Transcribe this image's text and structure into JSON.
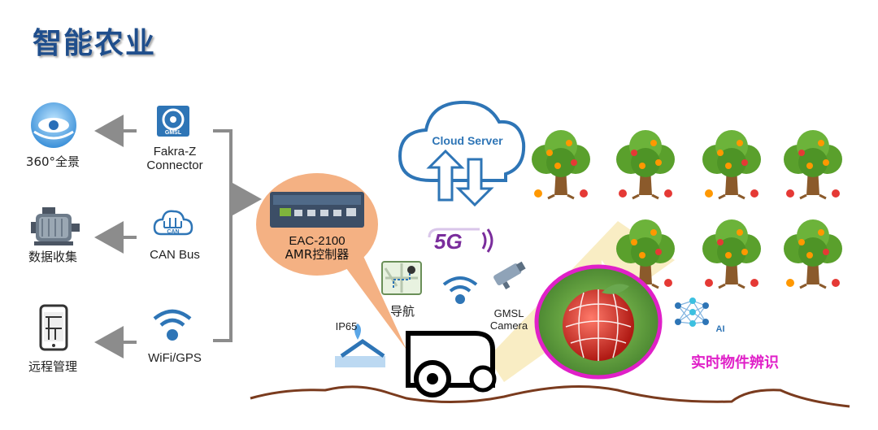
{
  "title": "智能农业",
  "outputs": [
    {
      "label": "360°全景",
      "icon": "panorama-eye-icon"
    },
    {
      "label": "数据收集",
      "icon": "motor-icon"
    },
    {
      "label": "远程管理",
      "icon": "smartphone-map-icon"
    }
  ],
  "inputs": {
    "fakra": {
      "line1": "Fakra-Z",
      "line2": "Connector",
      "badge": "GMSL",
      "icon": "gmsl-connector-icon"
    },
    "can": {
      "label": "CAN Bus",
      "badge": "CAN",
      "icon": "can-cloud-icon"
    },
    "wifi": {
      "label": "WiFi/GPS",
      "icon": "wifi-icon"
    }
  },
  "controller": {
    "line1": "EAC-2100",
    "line2": "AMR控制器"
  },
  "cloud": {
    "label": "Cloud Server"
  },
  "network": {
    "label": "5G"
  },
  "navigation": {
    "label": "导航"
  },
  "camera": {
    "line1": "GMSL",
    "line2": "Camera"
  },
  "ip_rating": {
    "label": "IP65"
  },
  "ai": {
    "badge": "AI",
    "label": "实时物件辨识"
  },
  "colors": {
    "title": "#1f4e8c",
    "accent_magenta": "#e020c8",
    "bubble": "#f4b183",
    "line_gray": "#8c8c8c",
    "ground": "#7a3b1e",
    "cloud_blue": "#2e75b6"
  }
}
